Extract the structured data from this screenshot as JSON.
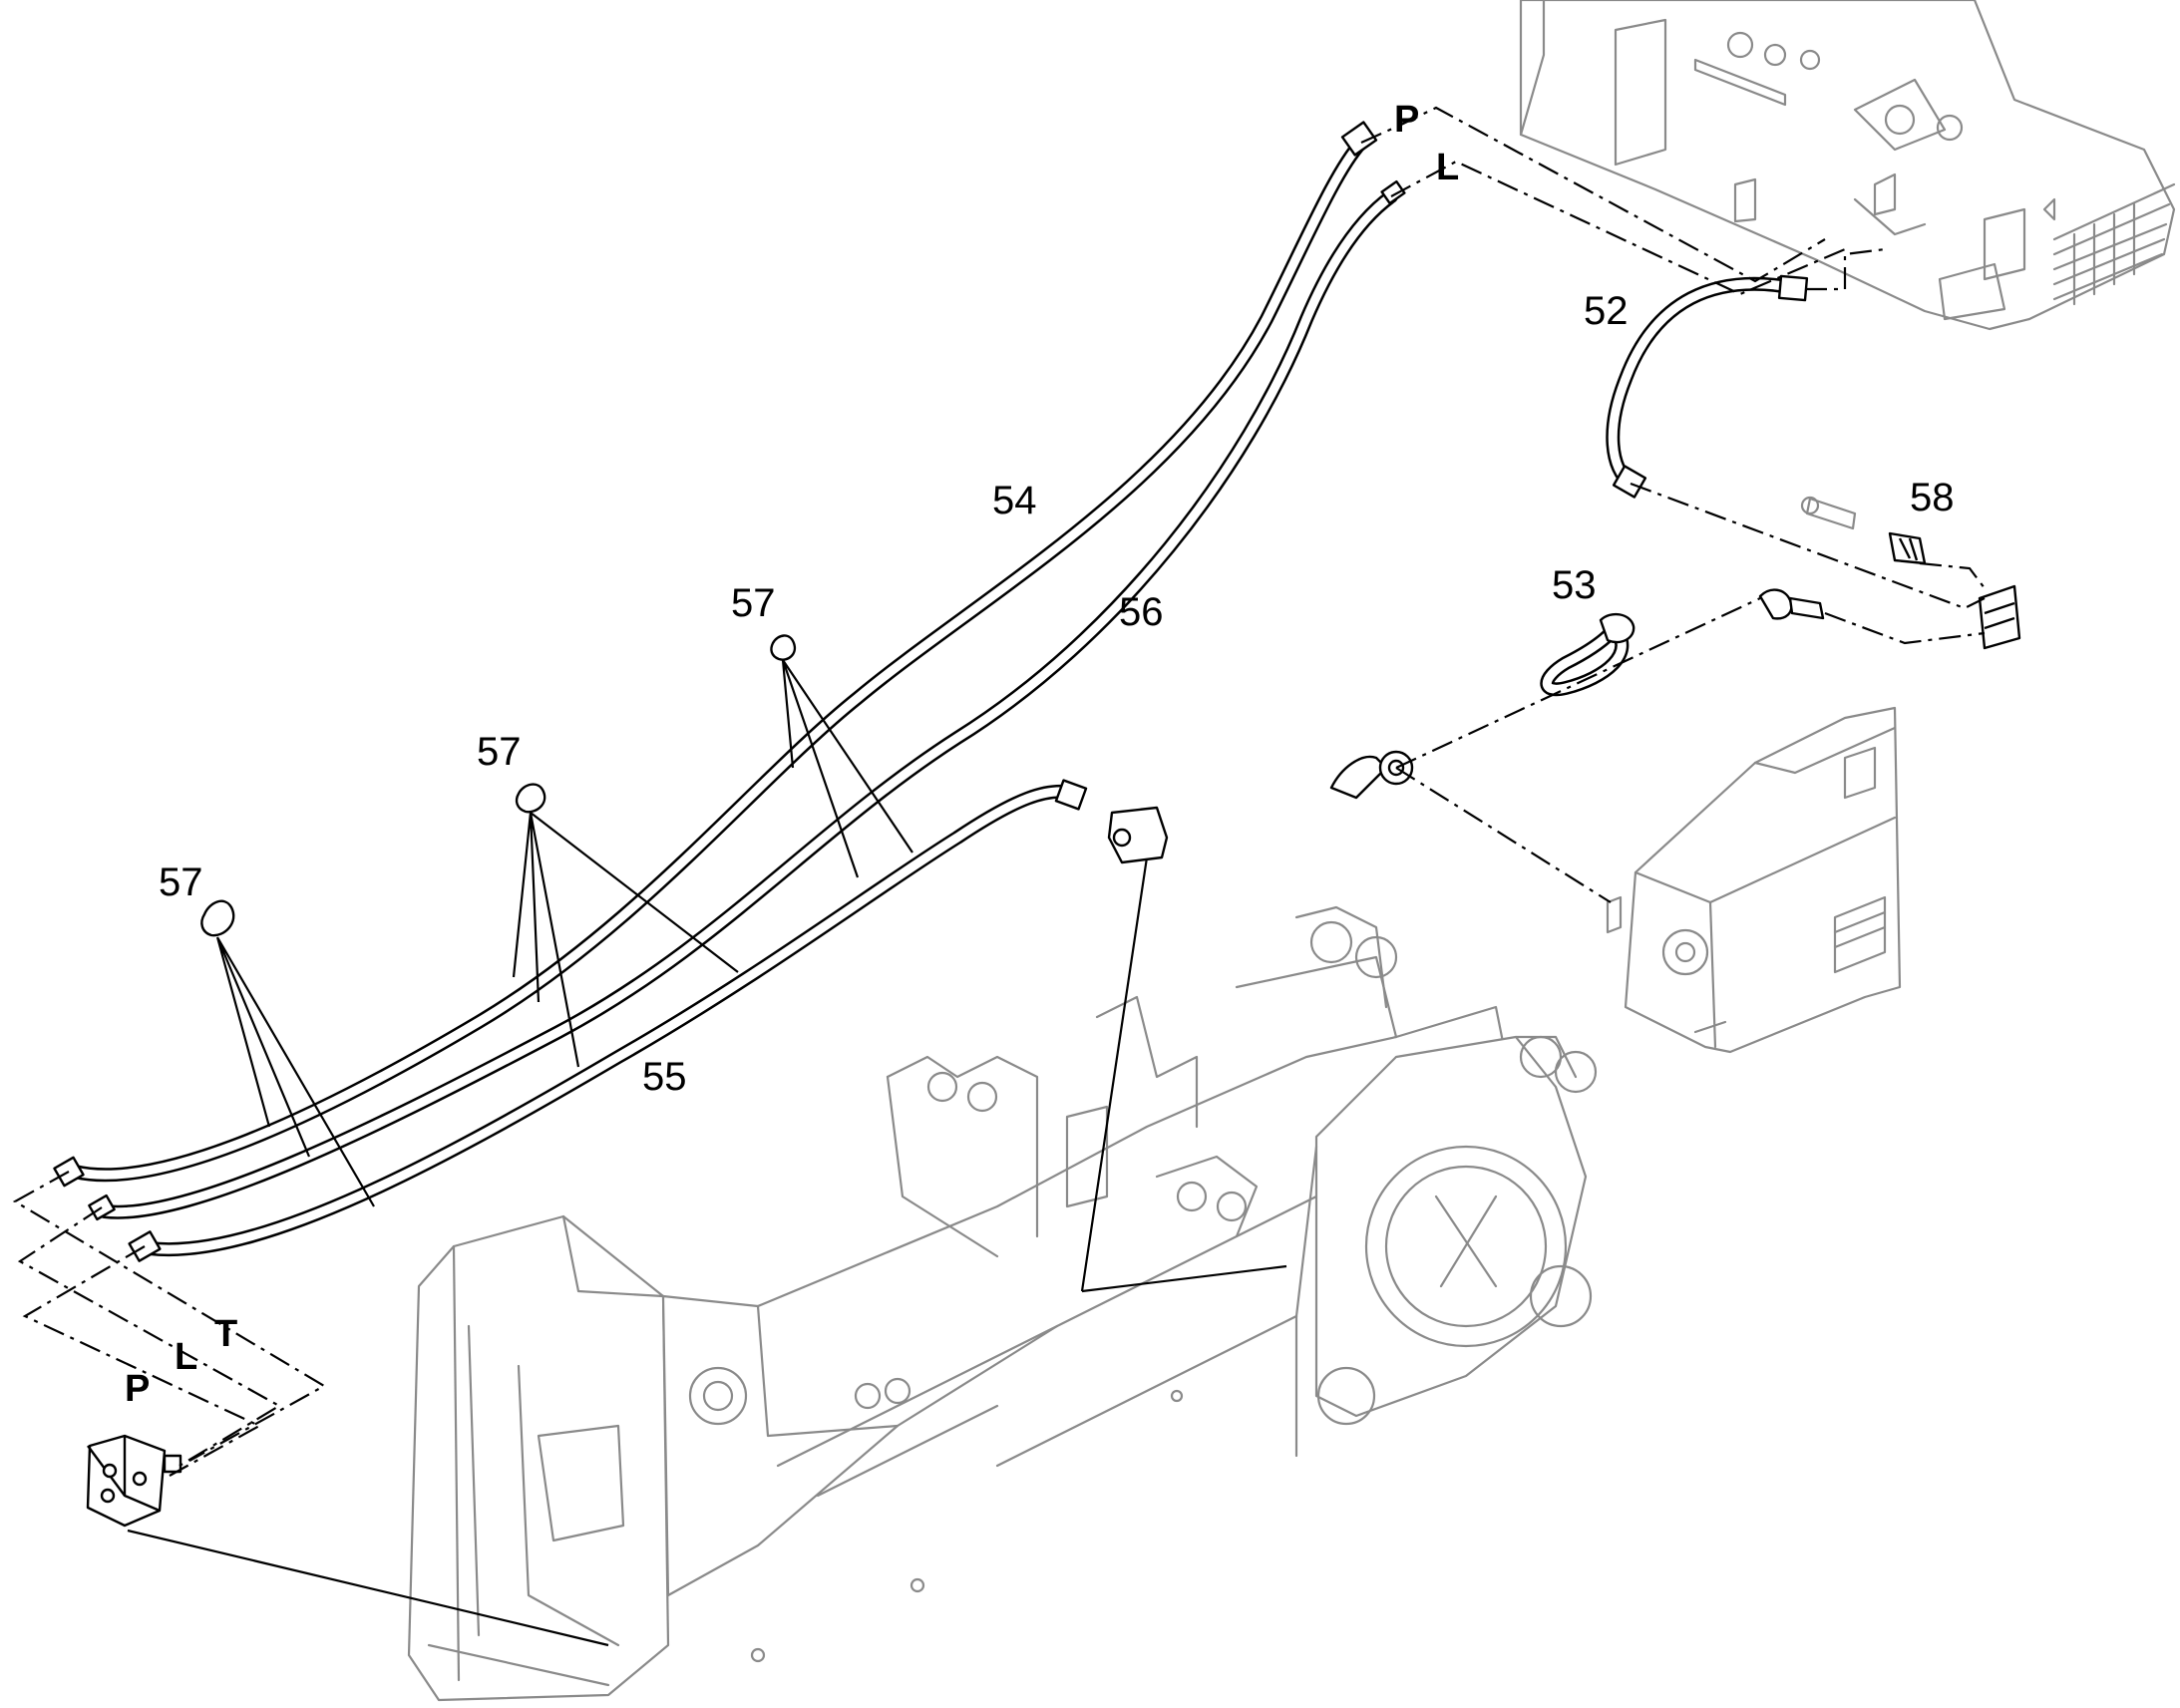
{
  "callouts": {
    "c52": "52",
    "c53": "53",
    "c54": "54",
    "c55": "55",
    "c56": "56",
    "c57a": "57",
    "c57b": "57",
    "c57c": "57",
    "c58": "58"
  },
  "ports": {
    "top_p": "P",
    "top_l": "L",
    "bottom_t": "T",
    "bottom_l": "L",
    "bottom_p": "P"
  }
}
